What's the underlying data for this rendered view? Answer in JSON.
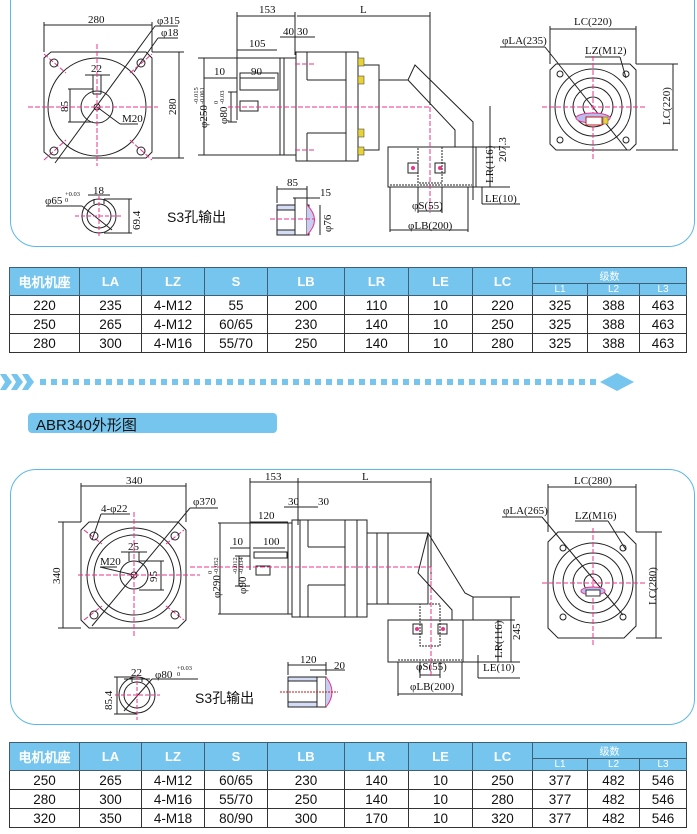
{
  "section1": {
    "front_view": {
      "width": "280",
      "height": "280",
      "pcd": "φ315",
      "hole": "φ18",
      "keyway": "22",
      "key_depth": "85",
      "thread": "M20"
    },
    "side_view": {
      "d153": "153",
      "dL": "L",
      "d105": "105",
      "d40": "40",
      "d30": "30",
      "d10": "10",
      "d90": "90",
      "flange_dia": "φ250",
      "flange_tol_up": "-0.015",
      "flange_tol_dn": "-0.061",
      "shaft_dia": "φ80",
      "shaft_tol_up": "0",
      "shaft_tol_dn": "-0.03",
      "h207": "207.3",
      "lr": "LR(116)",
      "le": "LE(10)",
      "s": "φS(55)",
      "lb": "φLB(200)"
    },
    "output_view": {
      "lc_top": "LC(220)",
      "lc_side": "LC(220)",
      "la": "φLA(235)",
      "lz": "LZ(M12)"
    },
    "shaft_detail": {
      "dia": "φ65",
      "tol_up": "+0.03",
      "tol_dn": "0",
      "key": "18",
      "height": "69.4"
    },
    "hole_detail": {
      "len": "85",
      "step": "15",
      "dia": "φ76"
    },
    "caption": "S3孔输出"
  },
  "table1": {
    "headers": [
      "电机机座",
      "LA",
      "LZ",
      "S",
      "LB",
      "LR",
      "LE",
      "LC"
    ],
    "group_header": "级数",
    "sub_headers": [
      "L1",
      "L2",
      "L3"
    ],
    "rows": [
      [
        "220",
        "235",
        "4-M12",
        "55",
        "200",
        "110",
        "10",
        "220",
        "325",
        "388",
        "463"
      ],
      [
        "250",
        "265",
        "4-M12",
        "60/65",
        "230",
        "140",
        "10",
        "250",
        "325",
        "388",
        "463"
      ],
      [
        "280",
        "300",
        "4-M16",
        "55/70",
        "250",
        "140",
        "10",
        "280",
        "325",
        "388",
        "463"
      ]
    ]
  },
  "section_title": "ABR340外形图",
  "section2": {
    "front_view": {
      "width": "340",
      "height": "340",
      "pcd": "φ370",
      "holes": "4-φ22",
      "keyway": "25",
      "key_depth": "95",
      "thread": "M20"
    },
    "side_view": {
      "d153": "153",
      "dL": "L",
      "d120": "120",
      "d30a": "30",
      "d30b": "30",
      "d10": "10",
      "d100": "100",
      "flange_dia": "φ290",
      "flange_tol_up": "0",
      "flange_tol_dn": "-0.052",
      "shaft_dia": "φ90",
      "shaft_tol_up": "-0.012",
      "shaft_tol_dn": "-0.034",
      "h245": "245",
      "lr": "LR(116)",
      "le": "LE(10)",
      "s": "φS(55)",
      "lb": "φLB(200)"
    },
    "output_view": {
      "lc_top": "LC(280)",
      "lc_side": "LC(280)",
      "la": "φLA(265)",
      "lz": "LZ(M16)"
    },
    "shaft_detail": {
      "dia": "φ80",
      "tol_up": "+0.03",
      "tol_dn": "0",
      "key": "22",
      "height": "85.4"
    },
    "hole_detail": {
      "len": "120",
      "step": "20"
    },
    "caption": "S3孔输出"
  },
  "table2": {
    "headers": [
      "电机机座",
      "LA",
      "LZ",
      "S",
      "LB",
      "LR",
      "LE",
      "LC"
    ],
    "group_header": "级数",
    "sub_headers": [
      "L1",
      "L2",
      "L3"
    ],
    "rows": [
      [
        "250",
        "265",
        "4-M12",
        "60/65",
        "230",
        "140",
        "10",
        "250",
        "377",
        "482",
        "546"
      ],
      [
        "280",
        "300",
        "4-M16",
        "55/70",
        "250",
        "140",
        "10",
        "280",
        "377",
        "482",
        "546"
      ],
      [
        "320",
        "350",
        "4-M18",
        "80/90",
        "300",
        "170",
        "10",
        "320",
        "377",
        "482",
        "546"
      ]
    ]
  },
  "colors": {
    "accent": "#76c5ef",
    "border": "#5bb8e6",
    "centerline": "#e8348a",
    "bolt": "#e8d23a",
    "hatch": "#8f9fe0"
  }
}
